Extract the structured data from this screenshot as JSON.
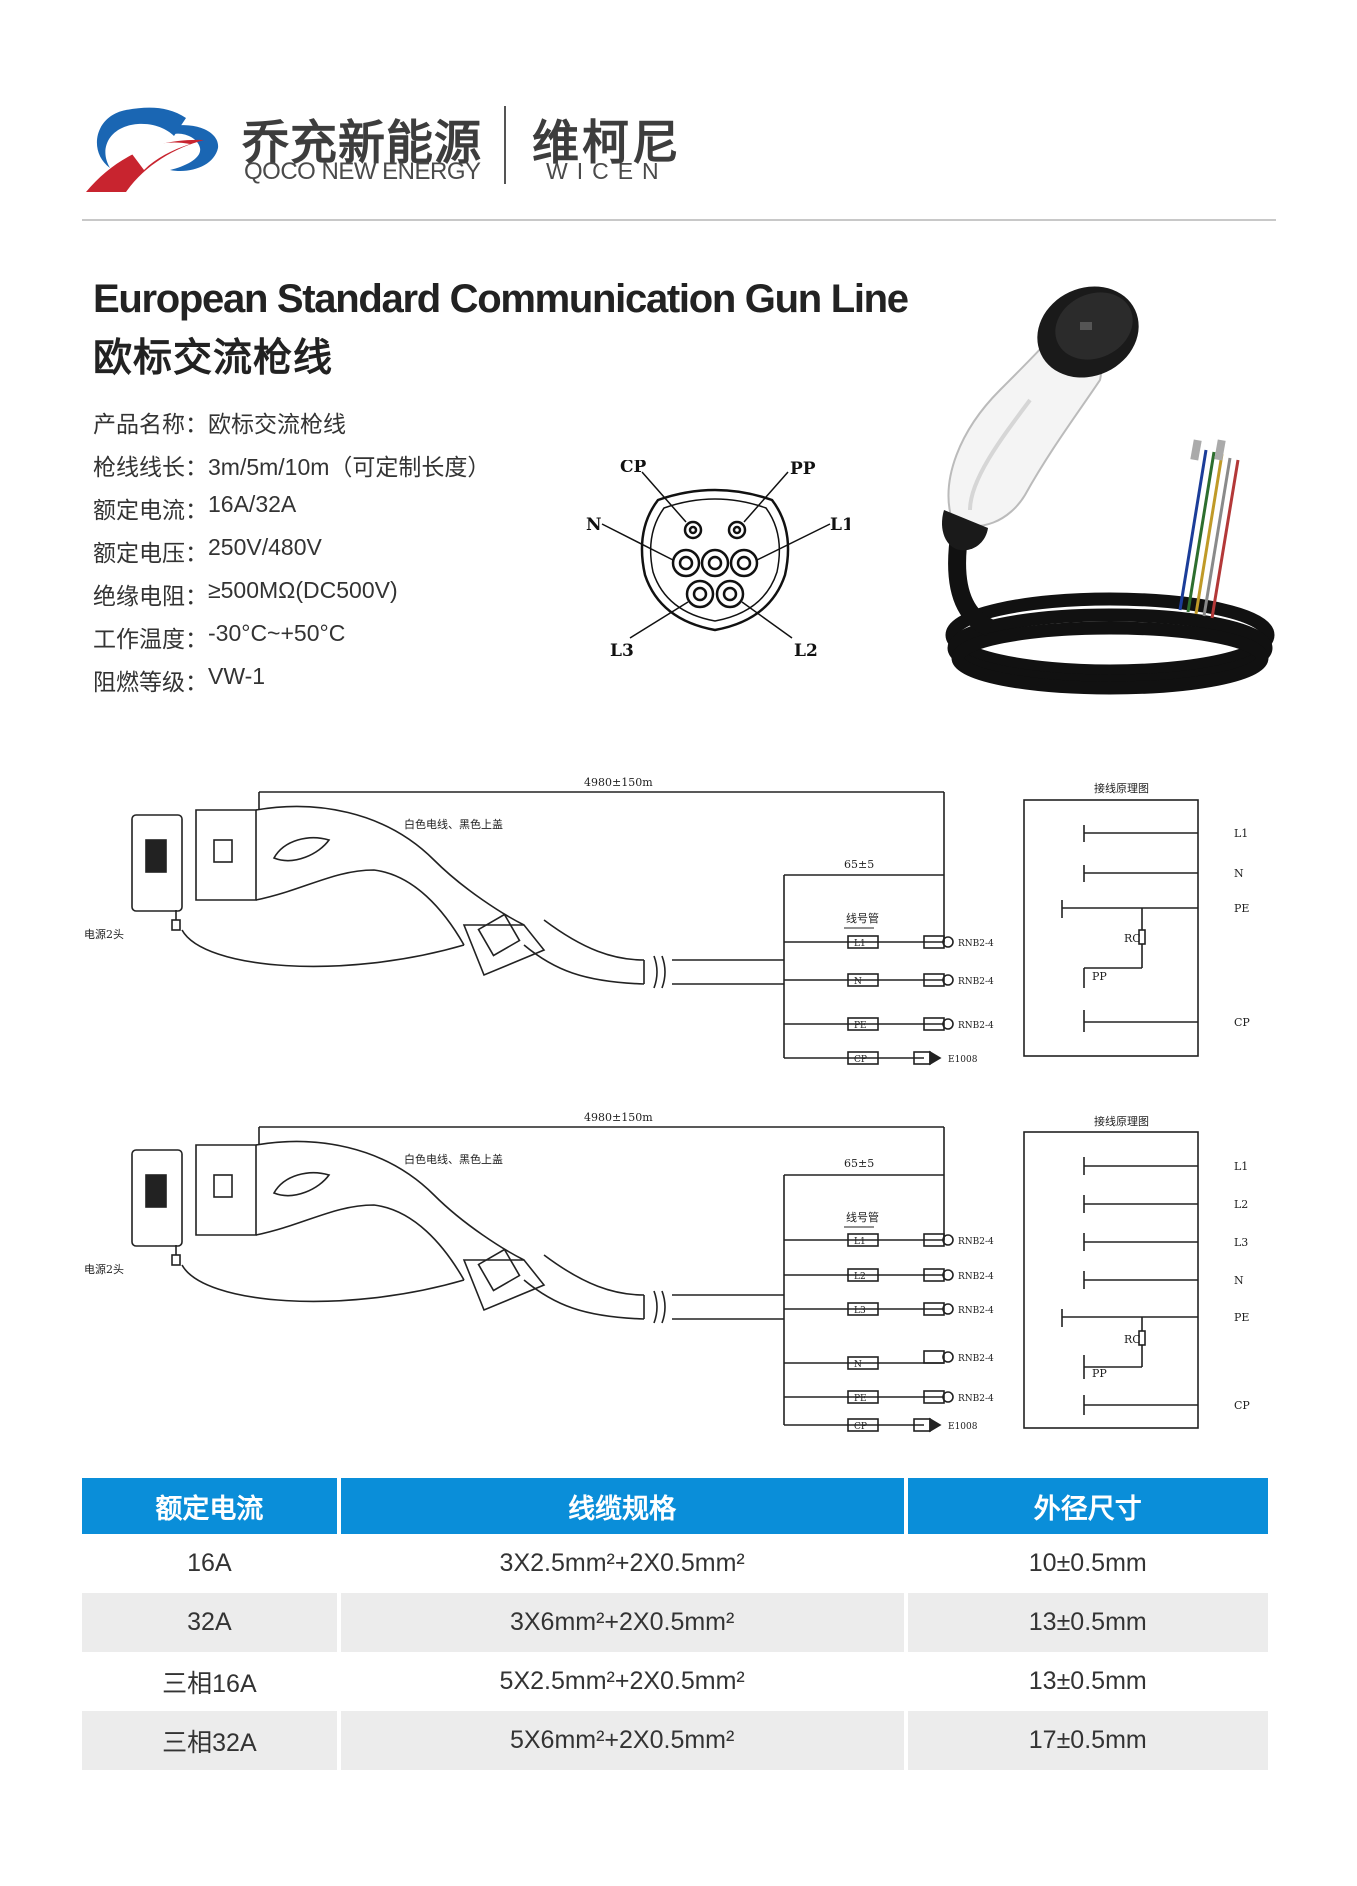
{
  "header": {
    "brand_cn": "乔充新能源",
    "brand_en": "QOCO NEW ENERGY",
    "brand2_cn": "维柯尼",
    "brand2_en": "WICEN",
    "colors": {
      "blue": "#1a66b3",
      "red": "#c8242f",
      "gray": "#3d3d3d"
    }
  },
  "title": {
    "en": "European Standard Communication Gun Line",
    "cn": "欧标交流枪线"
  },
  "specs": [
    {
      "label": "产品名称：",
      "value": "欧标交流枪线"
    },
    {
      "label": "枪线线长：",
      "value": "3m/5m/10m（可定制长度）"
    },
    {
      "label": "额定电流：",
      "value": "16A/32A"
    },
    {
      "label": "额定电压：",
      "value": "250V/480V"
    },
    {
      "label": "绝缘电阻：",
      "value": "≥500MΩ(DC500V)"
    },
    {
      "label": "工作温度：",
      "value": "-30°C~+50°C"
    },
    {
      "label": "阻燃等级：",
      "value": "VW-1"
    }
  ],
  "socket": {
    "labels": {
      "cp": "CP",
      "pp": "PP",
      "n": "N",
      "l1": "L1",
      "l2": "L2",
      "l3": "L3"
    }
  },
  "diagram1": {
    "top_dim": "4980±150m",
    "sub_dim": "65±5",
    "note": "白色电线、黑色上盖",
    "left_note": "电源2头",
    "wire_label": "线号管",
    "wires": [
      "L1",
      "N",
      "PE",
      "CP"
    ],
    "terminals": [
      "RNB2-4",
      "RNB2-4",
      "RNB2-4",
      "E1008"
    ],
    "schematic_title": "接线原理图",
    "schematic_labels": [
      "L1",
      "N",
      "PE",
      "CP"
    ],
    "rc_label": "RC",
    "pp_label": "PP"
  },
  "diagram2": {
    "top_dim": "4980±150m",
    "sub_dim": "65±5",
    "note": "白色电线、黑色上盖",
    "left_note": "电源2头",
    "wire_label": "线号管",
    "wires": [
      "L1",
      "L2",
      "L3",
      "N",
      "PE",
      "CP"
    ],
    "terminals": [
      "RNB2-4",
      "RNB2-4",
      "RNB2-4",
      "RNB2-4",
      "RNB2-4",
      "E1008"
    ],
    "schematic_title": "接线原理图",
    "schematic_labels": [
      "L1",
      "L2",
      "L3",
      "N",
      "PE",
      "CP"
    ],
    "rc_label": "RC",
    "pp_label": "PP"
  },
  "table": {
    "headers": [
      "额定电流",
      "线缆规格",
      "外径尺寸"
    ],
    "rows": [
      [
        "16A",
        "3X2.5mm²+2X0.5mm²",
        "10±0.5mm"
      ],
      [
        "32A",
        "3X6mm²+2X0.5mm²",
        "13±0.5mm"
      ],
      [
        "三相16A",
        "5X2.5mm²+2X0.5mm²",
        "13±0.5mm"
      ],
      [
        "三相32A",
        "5X6mm²+2X0.5mm²",
        "17±0.5mm"
      ]
    ],
    "header_color": "#0a8ed9",
    "shade_color": "#ececec"
  }
}
